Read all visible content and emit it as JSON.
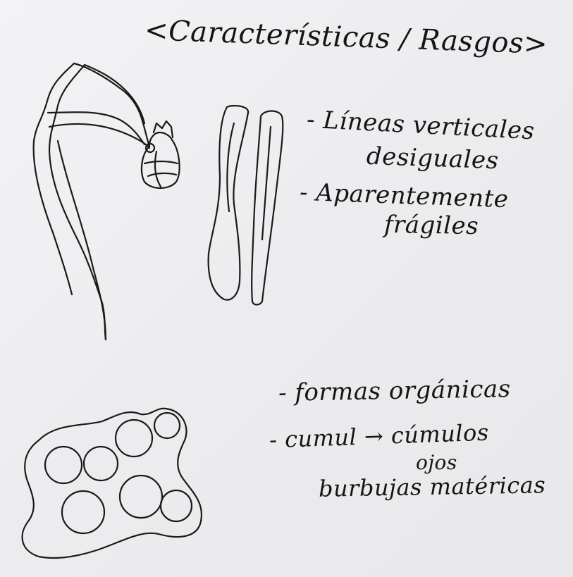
{
  "title": "<Características / Rasgos>",
  "notes": {
    "vertical": {
      "line1": "- Líneas verticales",
      "line2": "desiguales",
      "line3": "- Aparentemente",
      "line4": "frágiles"
    },
    "organic": {
      "line1": "- formas orgánicas",
      "line2": "- cumul → cúmulos",
      "line3": "ojos",
      "line4": "burbujas matéricas"
    }
  },
  "colors": {
    "paper": "#ececef",
    "ink": "#1a1a1a"
  }
}
